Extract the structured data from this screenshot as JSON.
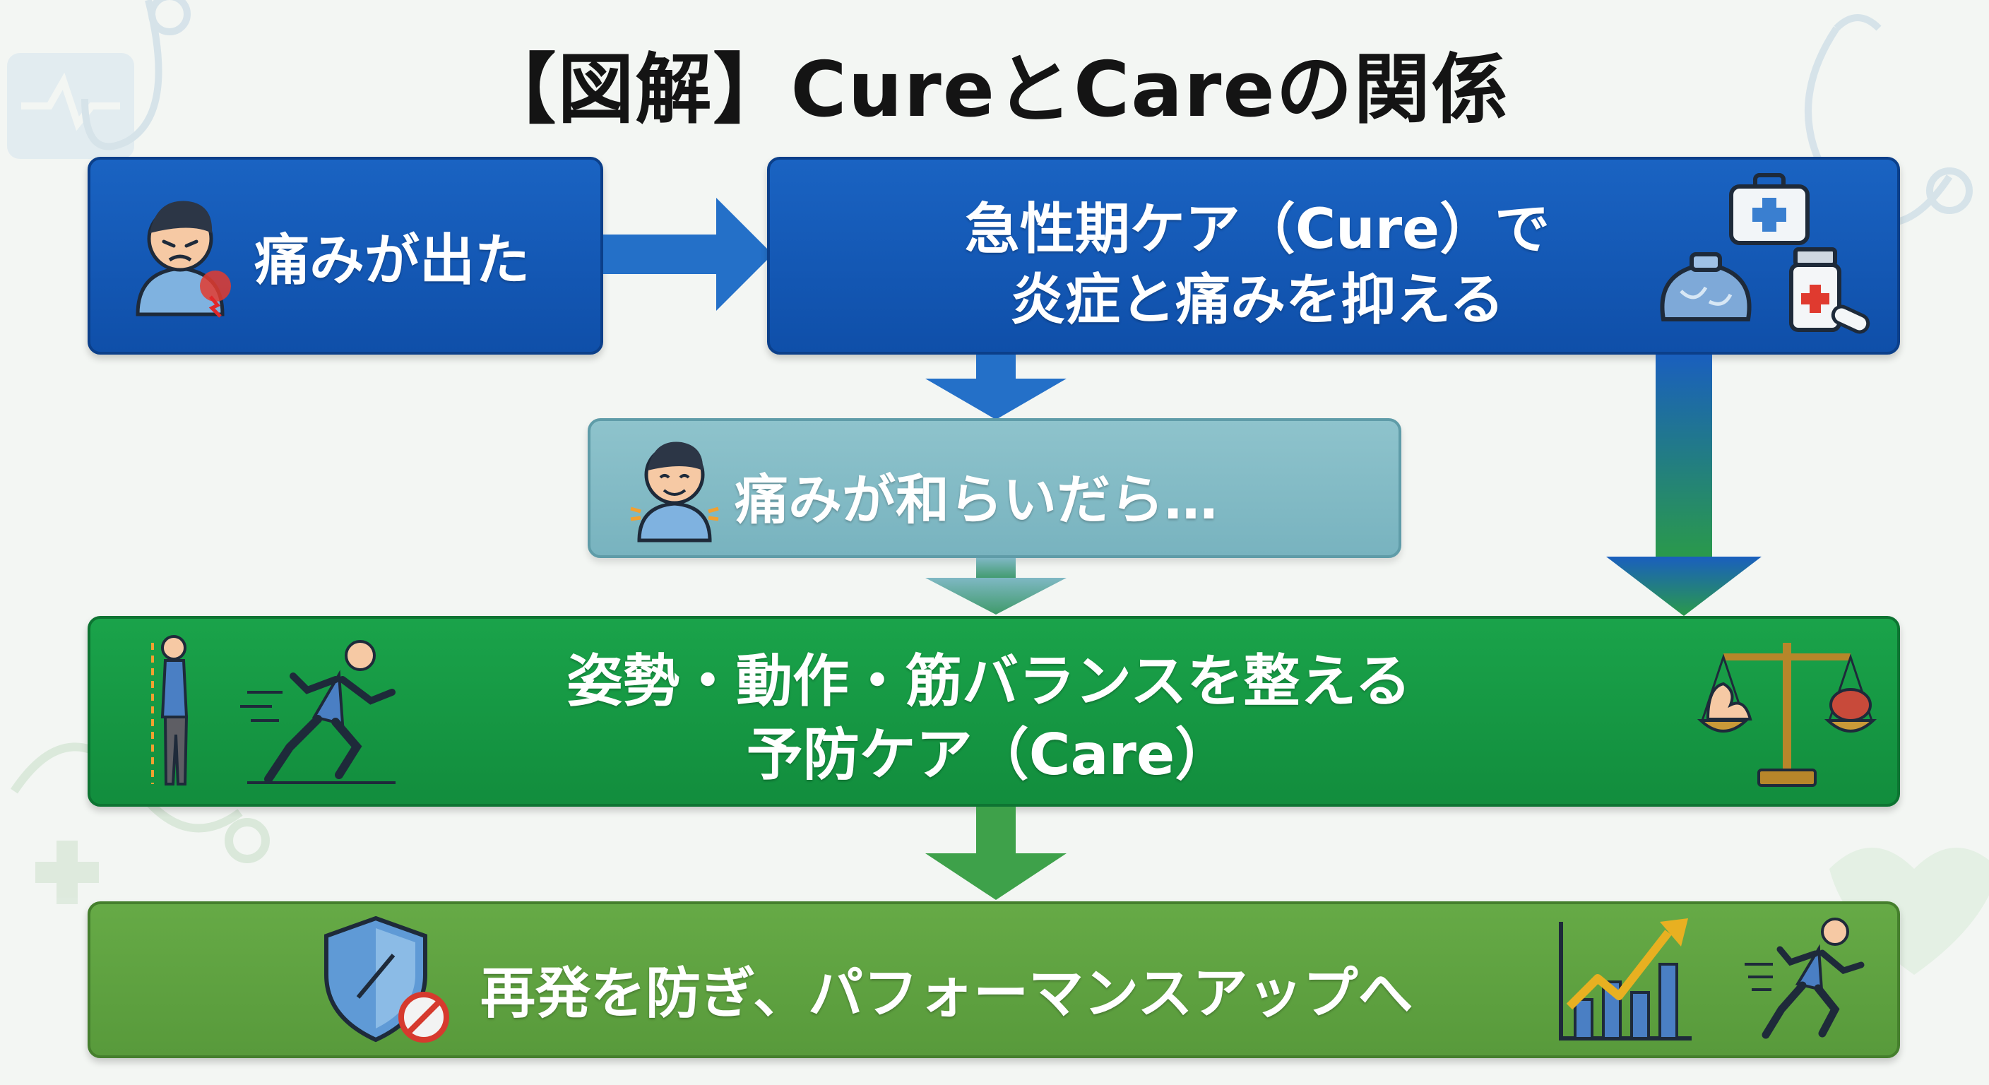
{
  "title": "【図解】CureとCareの関係",
  "steps": {
    "pain": "痛みが出た",
    "cure_line1": "急性期ケア（Cure）で",
    "cure_line2": "炎症と痛みを抑える",
    "relief": "痛みが和らいだら…",
    "care_line1": "姿勢・動作・筋バランスを整える",
    "care_line2": "予防ケア（Care）",
    "result": "再発を防ぎ、パフォーマンスアップへ"
  },
  "colors": {
    "cure_blue": "#1560bd",
    "relief_teal": "#86bdc7",
    "care_green": "#159a44",
    "result_green": "#5fa342",
    "background": "#f3f6f3"
  },
  "icons": [
    "pained-person-icon",
    "first-aid-kit-icon",
    "ice-bag-icon",
    "medicine-bottle-icon",
    "relieved-person-icon",
    "standing-posture-icon",
    "runner-icon",
    "balance-scale-icon",
    "shield-icon",
    "growth-chart-icon",
    "sprinter-icon"
  ]
}
